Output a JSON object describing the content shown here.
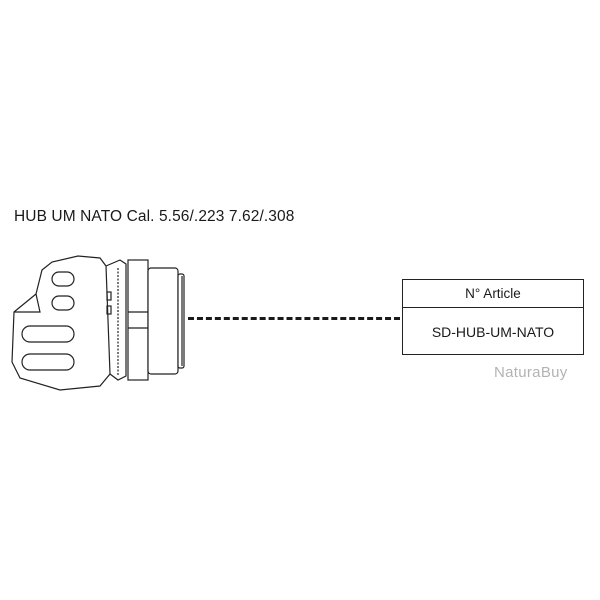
{
  "title": "HUB UM NATO Cal. 5.56/.223 7.62/.308",
  "article_box": {
    "header": "N° Article",
    "value": "SD-HUB-UM-NATO"
  },
  "watermark": "NaturaBuy",
  "colors": {
    "line": "#1a1a1a",
    "watermark": "#b3b3b3",
    "background": "#ffffff"
  }
}
